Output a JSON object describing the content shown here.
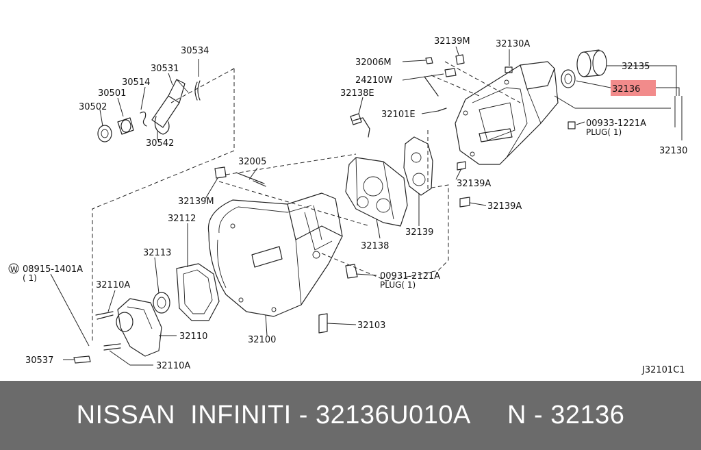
{
  "diagram": {
    "ref_code": "J32101C1",
    "labels": {
      "l30534": "30534",
      "l30531": "30531",
      "l30514": "30514",
      "l30501": "30501",
      "l30502": "30502",
      "l30542": "30542",
      "l32139M_top": "32139M",
      "l32130A": "32130A",
      "l32006M": "32006M",
      "l32135": "32135",
      "l24210W": "24210W",
      "l32136": "32136",
      "l32138E": "32138E",
      "l32101E": "32101E",
      "l00933": "00933-1221A",
      "l00933_plug": "PLUG( 1)",
      "l32130": "32130",
      "l32005": "32005",
      "l32139A_1": "32139A",
      "l32139M_mid": "32139M",
      "l32139A_2": "32139A",
      "l32112": "32112",
      "l32138": "32138",
      "l32139": "32139",
      "l32113": "32113",
      "l08915": "08915-1401A",
      "l08915_qty": "( 1)",
      "l32110A_top": "32110A",
      "l00931": "00931-2121A",
      "l00931_plug": "PLUG( 1)",
      "l32103": "32103",
      "l32110": "32110",
      "l32100": "32100",
      "l30537": "30537",
      "l32110A_bottom": "32110A"
    },
    "highlight_color": "#f28b8b"
  },
  "footer": {
    "text": "NISSAN  INFINITI - 32136U010A     N - 32136",
    "background": "#6b6b6b",
    "color": "#ffffff"
  }
}
